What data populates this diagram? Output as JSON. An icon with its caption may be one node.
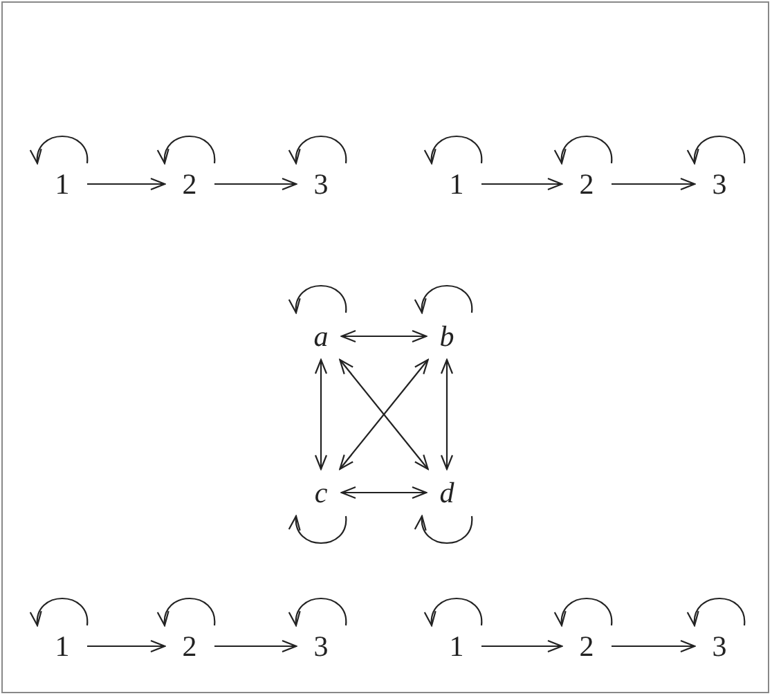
{
  "diagram": {
    "nodes": [
      {
        "text": [
          "1"
        ]
      },
      {
        "text": [
          "2"
        ]
      },
      {
        "text": [
          "3"
        ]
      },
      {
        "text": [
          "1"
        ]
      },
      {
        "text": [
          "2"
        ]
      },
      {
        "text": [
          "3"
        ]
      },
      {
        "text": [
          "a"
        ]
      },
      {
        "text": [
          "b"
        ]
      },
      {
        "text": [
          "c"
        ]
      },
      {
        "text": [
          "d"
        ]
      },
      {
        "text": [
          "1"
        ]
      },
      {
        "text": [
          "2"
        ]
      },
      {
        "text": [
          "3"
        ]
      },
      {
        "text": [
          "1"
        ]
      },
      {
        "text": [
          "2"
        ]
      },
      {
        "text": [
          "3"
        ]
      }
    ],
    "edges": [
      {
        "from": 0,
        "to": 0,
        "arrow": "to"
      },
      {
        "from": 1,
        "to": 1,
        "arrow": "to"
      },
      {
        "from": 2,
        "to": 2,
        "arrow": "to"
      },
      {
        "from": 3,
        "to": 3,
        "arrow": "to"
      },
      {
        "from": 4,
        "to": 4,
        "arrow": "to"
      },
      {
        "from": 5,
        "to": 5,
        "arrow": "to"
      },
      {
        "from": 0,
        "to": 1,
        "arrow": "to"
      },
      {
        "from": 1,
        "to": 2,
        "arrow": "to"
      },
      {
        "from": 3,
        "to": 4,
        "arrow": "to"
      },
      {
        "from": 4,
        "to": 5,
        "arrow": "to"
      },
      {
        "from": 6,
        "to": 6,
        "arrow": "to"
      },
      {
        "from": 7,
        "to": 7,
        "arrow": "to"
      },
      {
        "from": 6,
        "to": 7,
        "arrow": "both"
      },
      {
        "from": 6,
        "to": 8,
        "arrow": "both"
      },
      {
        "from": 6,
        "to": 9,
        "arrow": "both"
      },
      {
        "from": 7,
        "to": 8,
        "arrow": "both"
      },
      {
        "from": 7,
        "to": 9,
        "arrow": "both"
      },
      {
        "from": 8,
        "to": 9,
        "arrow": "both"
      },
      {
        "from": 8,
        "to": 8,
        "arrow": "to"
      },
      {
        "from": 9,
        "to": 9,
        "arrow": "to"
      },
      {
        "from": 10,
        "to": 10,
        "arrow": "to"
      },
      {
        "from": 11,
        "to": 11,
        "arrow": "to"
      },
      {
        "from": 12,
        "to": 12,
        "arrow": "to"
      },
      {
        "from": 13,
        "to": 13,
        "arrow": "to"
      },
      {
        "from": 14,
        "to": 14,
        "arrow": "to"
      },
      {
        "from": 15,
        "to": 15,
        "arrow": "to"
      },
      {
        "from": 10,
        "to": 11,
        "arrow": "to"
      },
      {
        "from": 11,
        "to": 12,
        "arrow": "to"
      },
      {
        "from": 13,
        "to": 14,
        "arrow": "to"
      },
      {
        "from": 14,
        "to": 15,
        "arrow": "to"
      }
    ]
  }
}
